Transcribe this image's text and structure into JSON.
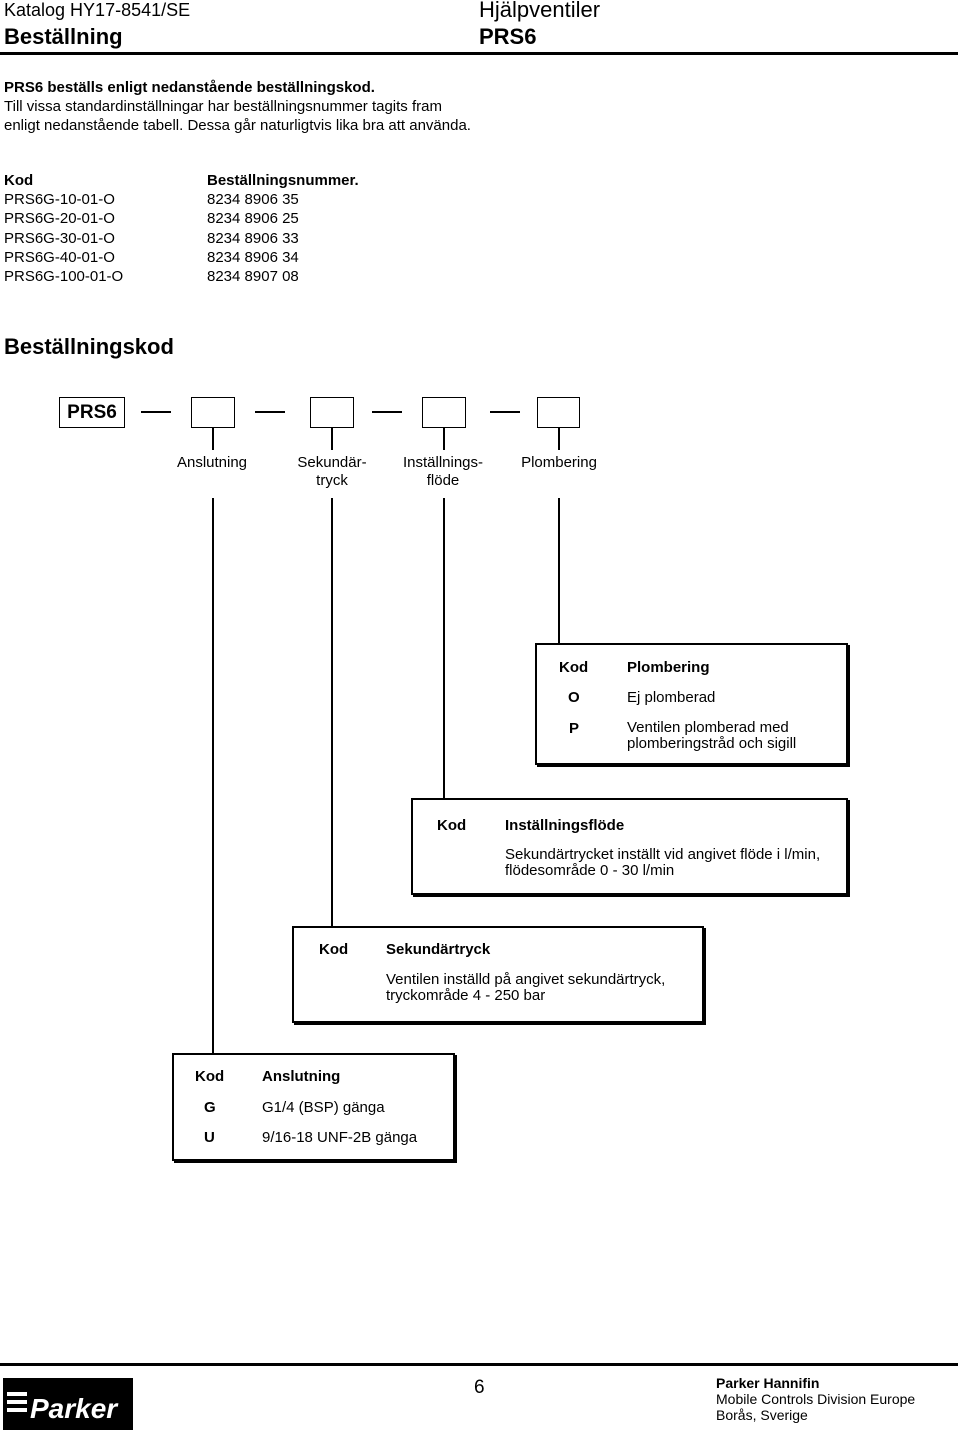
{
  "header": {
    "catalog": "Katalog HY17-8541/SE",
    "section": "Beställning",
    "category": "Hjälpventiler",
    "product": "PRS6"
  },
  "intro": {
    "bold_line": "PRS6 beställs enligt nedanstående beställningskod.",
    "text": "Till vissa standardinställningar har beställningsnummer tagits fram enligt nedanstående tabell. Dessa går naturligtvis lika bra att använda."
  },
  "order_table": {
    "headers": [
      "Kod",
      "Beställningsnummer."
    ],
    "rows": [
      [
        "PRS6G-10-01-O",
        "8234 8906 35"
      ],
      [
        "PRS6G-20-01-O",
        "8234 8906 25"
      ],
      [
        "PRS6G-30-01-O",
        "8234 8906 33"
      ],
      [
        "PRS6G-40-01-O",
        "8234 8906 34"
      ],
      [
        "PRS6G-100-01-O",
        "8234 8907 08"
      ]
    ]
  },
  "code_section": {
    "title": "Beställningskod",
    "prefix": "PRS6",
    "dash": "—",
    "labels": {
      "anslutning": "Anslutning",
      "sekundar_1": "Sekundär-",
      "sekundar_2": "tryck",
      "installning_1": "Inställnings-",
      "installning_2": "flöde",
      "plombering": "Plombering"
    }
  },
  "tables": {
    "plombering": {
      "kod_header": "Kod",
      "title": "Plombering",
      "rows": [
        {
          "kod": "O",
          "text": "Ej plomberad"
        },
        {
          "kod": "P",
          "text": "Ventilen plomberad med",
          "text2": "plomberingstråd och sigill"
        }
      ]
    },
    "installningsflode": {
      "kod_header": "Kod",
      "title": "Inställningsflöde",
      "line1": "Sekundärtrycket inställt vid angivet flöde i l/min,",
      "line2": "flödesområde 0 - 30 l/min"
    },
    "sekundartryck": {
      "kod_header": "Kod",
      "title": "Sekundärtryck",
      "line1": "Ventilen inställd på angivet sekundärtryck,",
      "line2": "tryckområde 4 - 250 bar"
    },
    "anslutning": {
      "kod_header": "Kod",
      "title": "Anslutning",
      "rows": [
        {
          "kod": "G",
          "text": "G1/4 (BSP) gänga"
        },
        {
          "kod": "U",
          "text": "9/16-18 UNF-2B gänga"
        }
      ]
    }
  },
  "footer": {
    "page": "6",
    "company": "Parker Hannifin",
    "division": "Mobile Controls Division Europe",
    "location": "Borås, Sverige",
    "logo_text": "Parker"
  }
}
